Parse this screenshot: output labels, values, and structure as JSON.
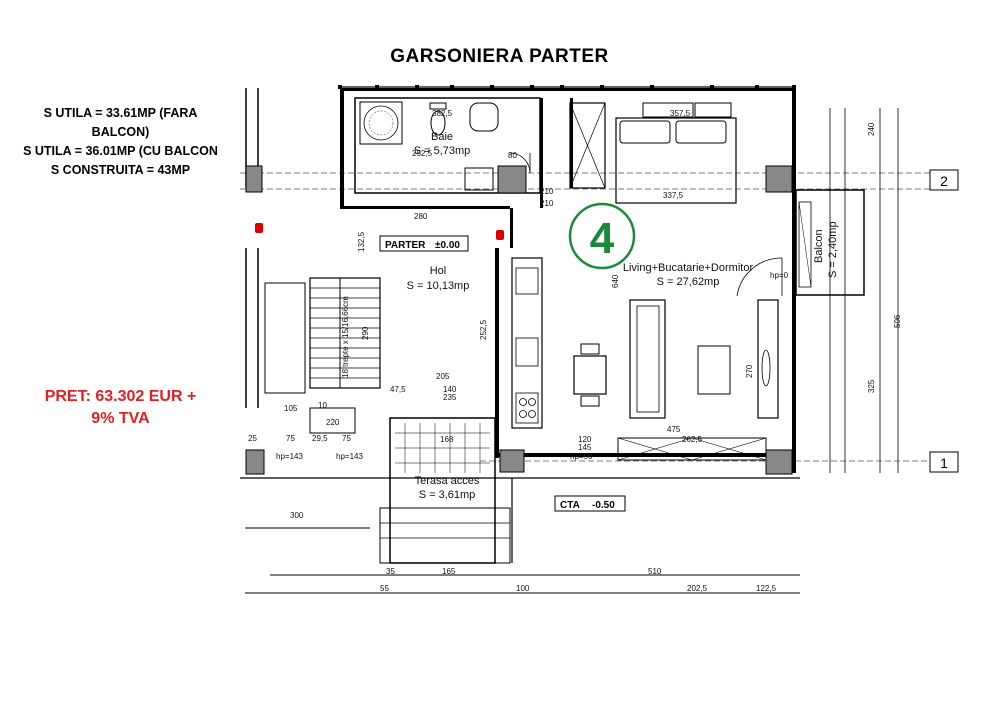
{
  "title": "GARSONIERA PARTER",
  "areas": [
    "S UTILA = 33.61MP (FARA BALCON)",
    "S UTILA = 36.01MP (CU BALCON",
    "S CONSTRUITA = 43MP"
  ],
  "price": {
    "line1": "PRET: 63.302 EUR +",
    "line2": "9% TVA",
    "color": "#e02020"
  },
  "unit_number": "4",
  "unit_color": "#1a8a3a",
  "level_tag": {
    "label": "PARTER",
    "value": "±0.00"
  },
  "cta_tag": {
    "label": "CTA",
    "value": "-0.50"
  },
  "axes": [
    "2",
    "1"
  ],
  "rooms": {
    "baie": {
      "name": "Baie",
      "area": "S = 5,73mp"
    },
    "hol": {
      "name": "Hol",
      "area": "S = 10,13mp"
    },
    "living": {
      "name": "Living+Bucatarie+Dormitor",
      "area": "S = 27,62mp"
    },
    "balcon": {
      "name": "Balcon",
      "area": "S = 2,40mp"
    },
    "terasa": {
      "name": "Terasa acces",
      "area": "S = 3,61mp"
    }
  },
  "stair_label": "18 trepte x 15/16,66cm",
  "dims": {
    "d280": "280",
    "d382_5": "382,5",
    "d357_5": "357,5",
    "d337_5": "337,5",
    "d252_5": "252,5",
    "d132_5": "132,5",
    "d290": "290",
    "d205": "205",
    "d140": "140",
    "d47_5": "47,5",
    "d235": "235",
    "d105": "105",
    "d10": "10",
    "d75a": "75",
    "d29_5": "29,5",
    "d75b": "75",
    "d220": "220",
    "d168": "168",
    "d300": "300",
    "d165": "165",
    "d35": "35",
    "d510": "510",
    "d475": "475",
    "d262_5": "262,5",
    "d120": "120",
    "d145": "145",
    "d270": "270",
    "d640": "640",
    "d506": "506",
    "d325": "325",
    "d240": "240",
    "d202_5": "202,5",
    "d122_5": "122,5",
    "d100": "100",
    "d55": "55",
    "hp143a": "hp=143",
    "hp143b": "hp=143",
    "hp90": "hp=90",
    "hp0": "hp=0",
    "d210a": "210",
    "d210b": "210",
    "d80": "80",
    "d25": "25"
  }
}
